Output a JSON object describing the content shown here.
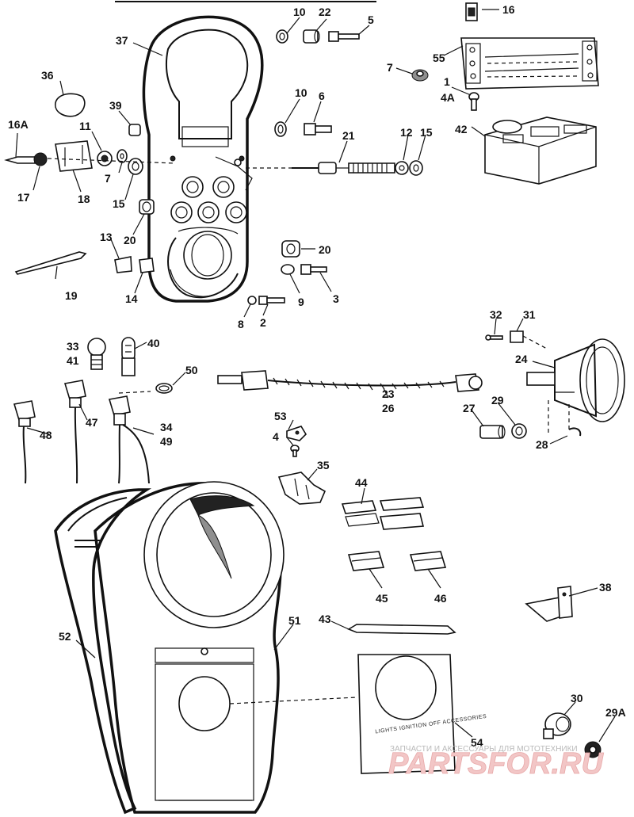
{
  "labels": [
    {
      "id": "10a",
      "text": "10"
    },
    {
      "id": "22",
      "text": "22"
    },
    {
      "id": "5",
      "text": "5"
    },
    {
      "id": "16",
      "text": "16"
    },
    {
      "id": "37",
      "text": "37"
    },
    {
      "id": "55",
      "text": "55"
    },
    {
      "id": "7a",
      "text": "7"
    },
    {
      "id": "36",
      "text": "36"
    },
    {
      "id": "1",
      "text": "1"
    },
    {
      "id": "4a",
      "text": "4A"
    },
    {
      "id": "39",
      "text": "39"
    },
    {
      "id": "10b",
      "text": "10"
    },
    {
      "id": "6",
      "text": "6"
    },
    {
      "id": "16a",
      "text": "16A"
    },
    {
      "id": "11",
      "text": "11"
    },
    {
      "id": "42",
      "text": "42"
    },
    {
      "id": "21",
      "text": "21"
    },
    {
      "id": "12",
      "text": "12"
    },
    {
      "id": "15a",
      "text": "15"
    },
    {
      "id": "7b",
      "text": "7"
    },
    {
      "id": "17",
      "text": "17"
    },
    {
      "id": "18",
      "text": "18"
    },
    {
      "id": "15b",
      "text": "15"
    },
    {
      "id": "20a",
      "text": "20"
    },
    {
      "id": "20b",
      "text": "20"
    },
    {
      "id": "13",
      "text": "13"
    },
    {
      "id": "19",
      "text": "19"
    },
    {
      "id": "14",
      "text": "14"
    },
    {
      "id": "9",
      "text": "9"
    },
    {
      "id": "3",
      "text": "3"
    },
    {
      "id": "8",
      "text": "8"
    },
    {
      "id": "2",
      "text": "2"
    },
    {
      "id": "32",
      "text": "32"
    },
    {
      "id": "31",
      "text": "31"
    },
    {
      "id": "33",
      "text": "33"
    },
    {
      "id": "41",
      "text": "41"
    },
    {
      "id": "40",
      "text": "40"
    },
    {
      "id": "24",
      "text": "24"
    },
    {
      "id": "50",
      "text": "50"
    },
    {
      "id": "23",
      "text": "23"
    },
    {
      "id": "26",
      "text": "26"
    },
    {
      "id": "48",
      "text": "48"
    },
    {
      "id": "47",
      "text": "47"
    },
    {
      "id": "34",
      "text": "34"
    },
    {
      "id": "49",
      "text": "49"
    },
    {
      "id": "27",
      "text": "27"
    },
    {
      "id": "29a",
      "text": "29"
    },
    {
      "id": "53",
      "text": "53"
    },
    {
      "id": "4b",
      "text": "4"
    },
    {
      "id": "28",
      "text": "28"
    },
    {
      "id": "35",
      "text": "35"
    },
    {
      "id": "44",
      "text": "44"
    },
    {
      "id": "45",
      "text": "45"
    },
    {
      "id": "46",
      "text": "46"
    },
    {
      "id": "38",
      "text": "38"
    },
    {
      "id": "43",
      "text": "43"
    },
    {
      "id": "52",
      "text": "52"
    },
    {
      "id": "51",
      "text": "51"
    },
    {
      "id": "30",
      "text": "30"
    },
    {
      "id": "29b",
      "text": "29A"
    },
    {
      "id": "54",
      "text": "54"
    }
  ],
  "decal_text": "LIGHTS IGNITION OFF ACCESSORIES",
  "watermark": {
    "small": "ЗАПЧАСТИ И АКСЕССУАРЫ ДЛЯ МОТОТЕХНИКИ",
    "big": "PARTSFOR.RU"
  },
  "colors": {
    "ink": "#111111",
    "background": "#ffffff",
    "watermark": "#e8a9a9"
  }
}
